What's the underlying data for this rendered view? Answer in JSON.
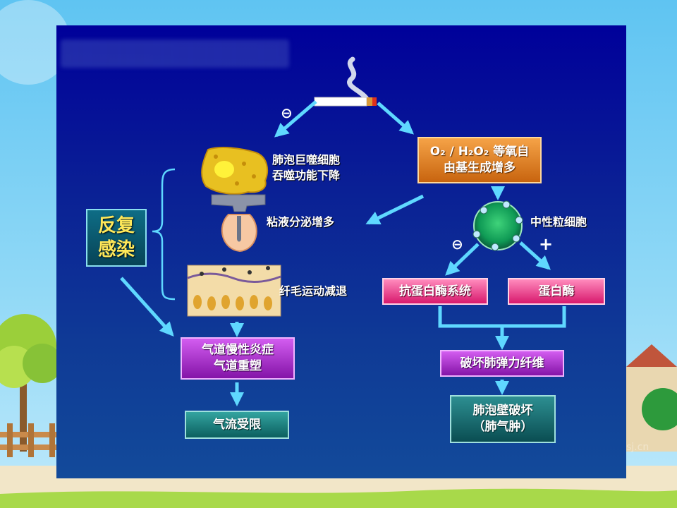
{
  "nodes": {
    "macrophage": [
      "肺泡巨噬细胞",
      "吞噬功能下降"
    ],
    "mucus": "粘液分泌增多",
    "cilia": "纤毛运动减退",
    "reinfect": [
      "反复",
      "感染"
    ],
    "inflammation": [
      "气道慢性炎症",
      "气道重塑"
    ],
    "airflow": "气流受限",
    "free_radical": [
      "O₂ / H₂O₂ 等氧自",
      "由基生成增多"
    ],
    "neutrophil": "中性粒细胞",
    "antiprotease": "抗蛋白酶系统",
    "protease": "蛋白酶",
    "elastic": "破坏肺弹力纤维",
    "alveoli": [
      "肺泡壁破坏",
      "（肺气肿）"
    ]
  },
  "signs": {
    "minus_left": "⊖",
    "minus_right": "⊖",
    "plus": "+"
  },
  "watermark": "sj.cn",
  "colors": {
    "arrow": "#5fd8ff",
    "slide_bg_top": "#00009a",
    "slide_bg_bottom": "#124a9a"
  }
}
